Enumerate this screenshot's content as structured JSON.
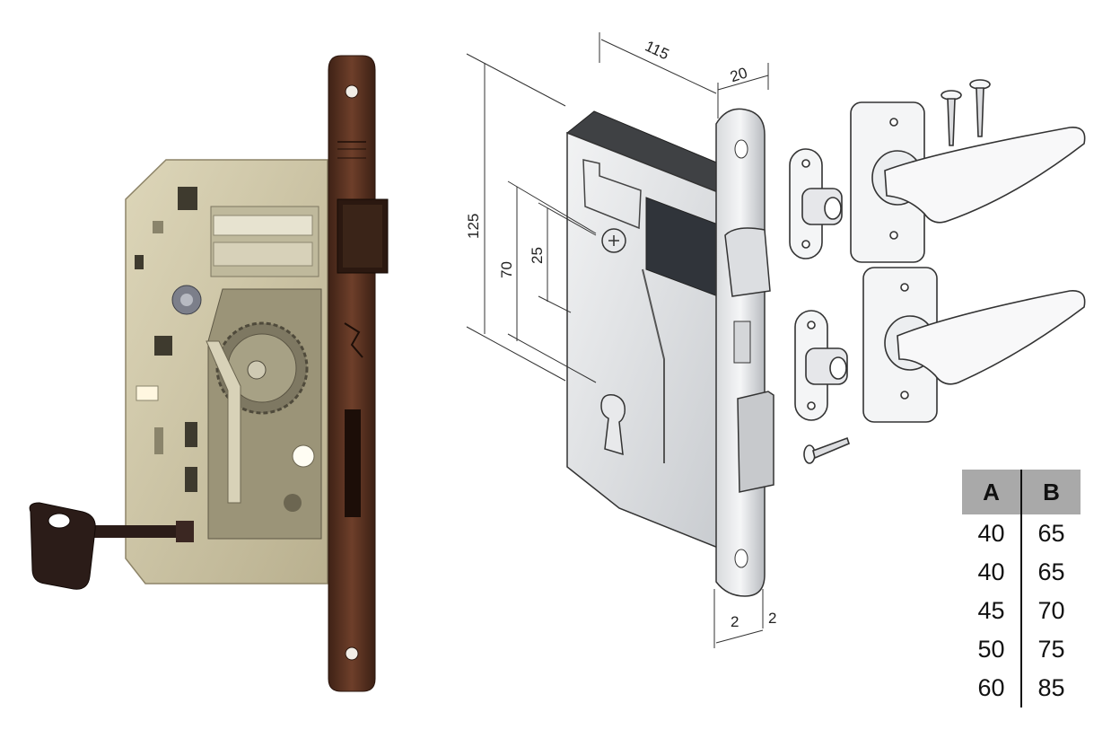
{
  "dimensions": {
    "body_width": "115",
    "faceplate_width": "20",
    "height": "125",
    "spacing_70": "70",
    "spacing_25": "25",
    "plate_thickness": "2",
    "plate_offset": "2"
  },
  "size_table": {
    "headers": [
      "A",
      "B"
    ],
    "rows": [
      [
        "40",
        "65"
      ],
      [
        "40",
        "65"
      ],
      [
        "45",
        "70"
      ],
      [
        "50",
        "75"
      ],
      [
        "60",
        "85"
      ]
    ]
  },
  "colors": {
    "lock_body_brass": "#cfc7a7",
    "faceplate_bronze": "#5a3220",
    "key_dark": "#2b1c18",
    "table_header": "#a9a9a9"
  }
}
